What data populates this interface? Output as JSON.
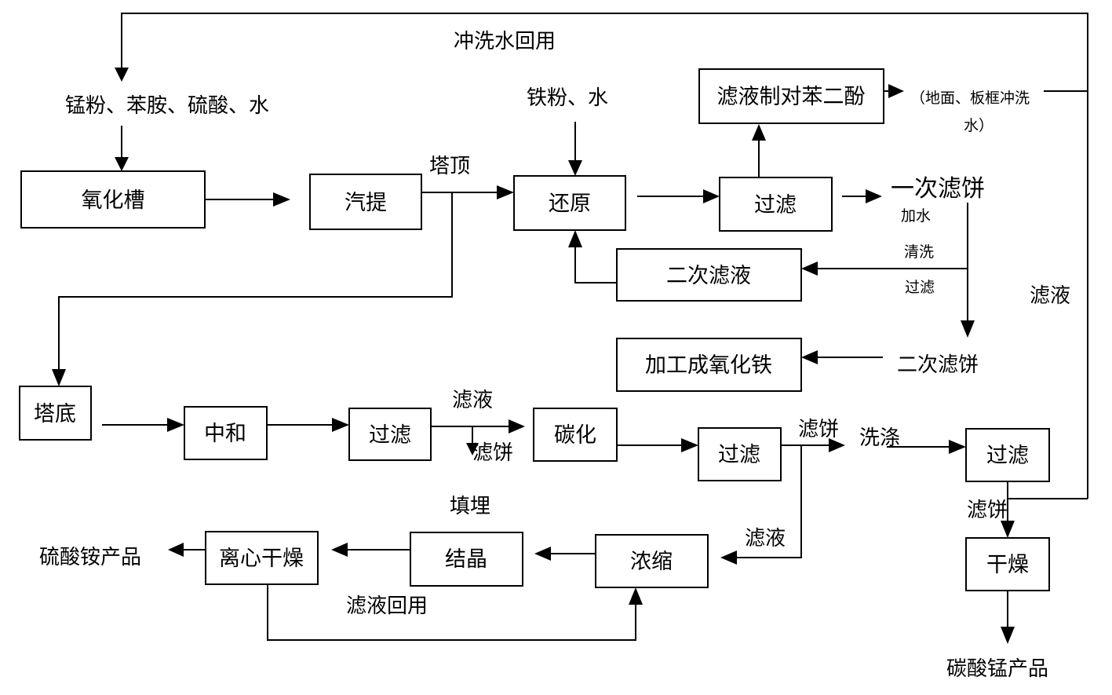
{
  "boxes": {
    "oxidation": "氧化槽",
    "stripping": "汽提",
    "reduction": "还原",
    "filter1": "过滤",
    "hydroquinone": "滤液制对苯二酚",
    "second_filtrate": "二次滤液",
    "iron_oxide": "加工成氧化铁",
    "tower_bottom": "塔底",
    "neutralize": "中和",
    "filter2": "过滤",
    "carbonize": "碳化",
    "filter3": "过滤",
    "filter4": "过滤",
    "dry": "干燥",
    "concentrate": "浓缩",
    "crystallize": "结晶",
    "centrifuge_dry": "离心干燥"
  },
  "labels": {
    "wash_water_recycle": "冲洗水回用",
    "raw_materials": "锰粉、苯胺、硫酸、水",
    "iron_water": "铁粉、水",
    "tower_top": "塔顶",
    "first_cake": "一次滤饼",
    "add_water": "加水",
    "clean": "清洗",
    "filtering": "过滤",
    "wash_water_note_1": "（地面、板框冲洗",
    "wash_water_note_2": "水）",
    "filtrate_right": "滤液",
    "second_cake": "二次滤饼",
    "filtrate_mid": "滤液",
    "filter_cake_mid": "滤饼",
    "filter_cake_right": "滤饼",
    "washing": "洗涤",
    "landfill": "填埋",
    "filtrate_low": "滤液",
    "filter_cake_low": "滤饼",
    "ammonium_sulfate_product": "硫酸铵产品",
    "filtrate_recycle": "滤液回用",
    "manganese_carbonate_product": "碳酸锰产品"
  }
}
